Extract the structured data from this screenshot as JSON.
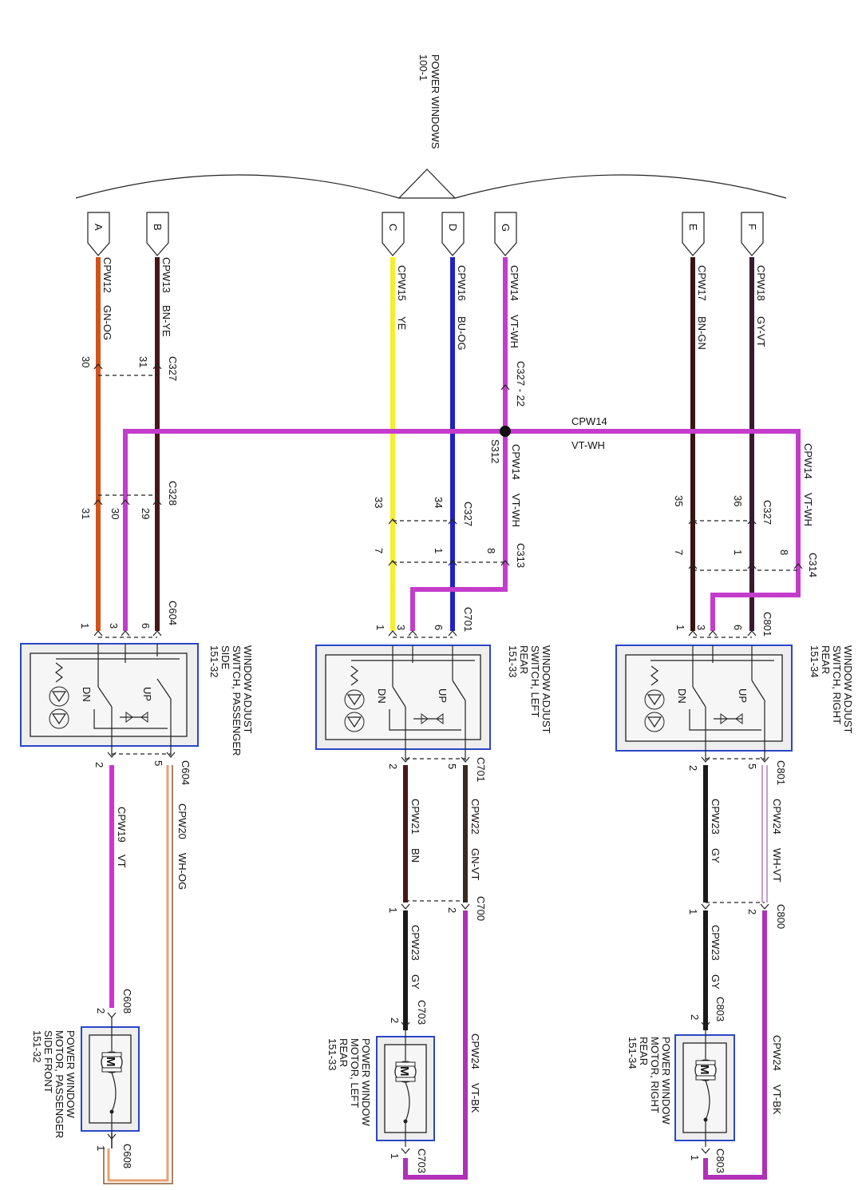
{
  "diagram": {
    "top_label": {
      "title": "POWER WINDOWS",
      "ref": "100-1"
    },
    "tabs": [
      "A",
      "B",
      "C",
      "D",
      "G",
      "E",
      "F"
    ],
    "wires_top": [
      {
        "id": "CPW12",
        "color": "GN-OG"
      },
      {
        "id": "CPW13",
        "color": "BN-YE"
      },
      {
        "id": "CPW15",
        "color": "YE"
      },
      {
        "id": "CPW16",
        "color": "BU-OG"
      },
      {
        "id": "CPW14",
        "color": "VT-WH"
      },
      {
        "id": "CPW17",
        "color": "BN-GN"
      },
      {
        "id": "CPW18",
        "color": "GY-VT"
      }
    ],
    "connectors": {
      "c327_top": {
        "name": "C327",
        "pins": [
          "30",
          "31"
        ]
      },
      "c327_22": "C327 - 22",
      "s312": "S312",
      "bus": {
        "id": "CPW14",
        "color": "VT-WH"
      },
      "c328": {
        "name": "C328",
        "pins": [
          "31",
          "30",
          "29"
        ]
      },
      "c327_left": {
        "name": "C327",
        "pins": [
          "33",
          "34"
        ]
      },
      "c313": {
        "name": "C313",
        "pins": [
          "7",
          "1",
          "8"
        ]
      },
      "c327_right": {
        "name": "C327",
        "pins": [
          "35",
          "36"
        ]
      },
      "c314": {
        "name": "C314",
        "pins": [
          "7",
          "1",
          "8"
        ]
      },
      "bus_branch_right": {
        "id": "CPW14",
        "color": "VT-WH"
      },
      "c313_wire": {
        "id": "CPW14",
        "color": "VT-WH"
      },
      "c604": "C604",
      "c701": "C701",
      "c801": "C801",
      "switch_pins_in": [
        "1",
        "3",
        "6"
      ],
      "switch_pins_out": [
        "2",
        "5"
      ]
    },
    "switches": [
      {
        "name": "WINDOW ADJUST",
        "line2": "SWITCH, PASSENGER",
        "line3": "SIDE",
        "ref": "151-32"
      },
      {
        "name": "WINDOW ADJUST",
        "line2": "SWITCH, LEFT",
        "line3": "REAR",
        "ref": "151-33"
      },
      {
        "name": "WINDOW ADJUST",
        "line2": "SWITCH, RIGHT",
        "line3": "REAR",
        "ref": "151-34"
      }
    ],
    "switch_labels": {
      "up": "UP",
      "dn": "DN"
    },
    "lower": {
      "left": {
        "conn": "C604",
        "wires": [
          {
            "id": "CPW19",
            "color": "VT"
          },
          {
            "id": "CPW20",
            "color": "WH-OG"
          }
        ],
        "motor_conn": "C608",
        "motor": {
          "l1": "POWER WINDOW",
          "l2": "MOTOR, PASSENGER",
          "l3": "SIDE FRONT",
          "ref": "151-32"
        }
      },
      "mid": {
        "conn": "C701",
        "wires": [
          {
            "id": "CPW21",
            "color": "BN"
          },
          {
            "id": "CPW22",
            "color": "GN-VT"
          }
        ],
        "mid_conn": "C700",
        "wire_mid": {
          "id": "CPW23",
          "color": "GY"
        },
        "wire_side": {
          "id": "CPW24",
          "color": "VT-BK"
        },
        "motor_conn": "C703",
        "motor": {
          "l1": "POWER WINDOW",
          "l2": "MOTOR, LEFT",
          "l3": "REAR",
          "ref": "151-33"
        }
      },
      "right": {
        "conn": "C801",
        "wires": [
          {
            "id": "CPW23",
            "color": "GY"
          },
          {
            "id": "CPW24",
            "color": "WH-VT"
          }
        ],
        "mid_conn": "C800",
        "wire_mid": {
          "id": "CPW23",
          "color": "GY"
        },
        "wire_side": {
          "id": "CPW24",
          "color": "VT-BK"
        },
        "motor_conn": "C803",
        "motor": {
          "l1": "POWER WINDOW",
          "l2": "MOTOR, RIGHT",
          "l3": "REAR",
          "ref": "151-34"
        }
      }
    },
    "motor_symbol": "M",
    "colors": {
      "GN-OG": "#d2541b",
      "BN-YE": "#4a1616",
      "YE": "#f6ee2e",
      "BU-OG": "#2020c8",
      "VT-WH": "#c43ccc",
      "BN-GN": "#3a1414",
      "GY-VT": "#3a1a30",
      "VT": "#d033d6",
      "WH-OG": "#e8a070",
      "BN": "#4a1616",
      "GN-VT": "#3a2a20",
      "GY": "#1a1a1a",
      "WH-VT": "#c8a0c8",
      "VT-BK": "#b030b8"
    }
  }
}
